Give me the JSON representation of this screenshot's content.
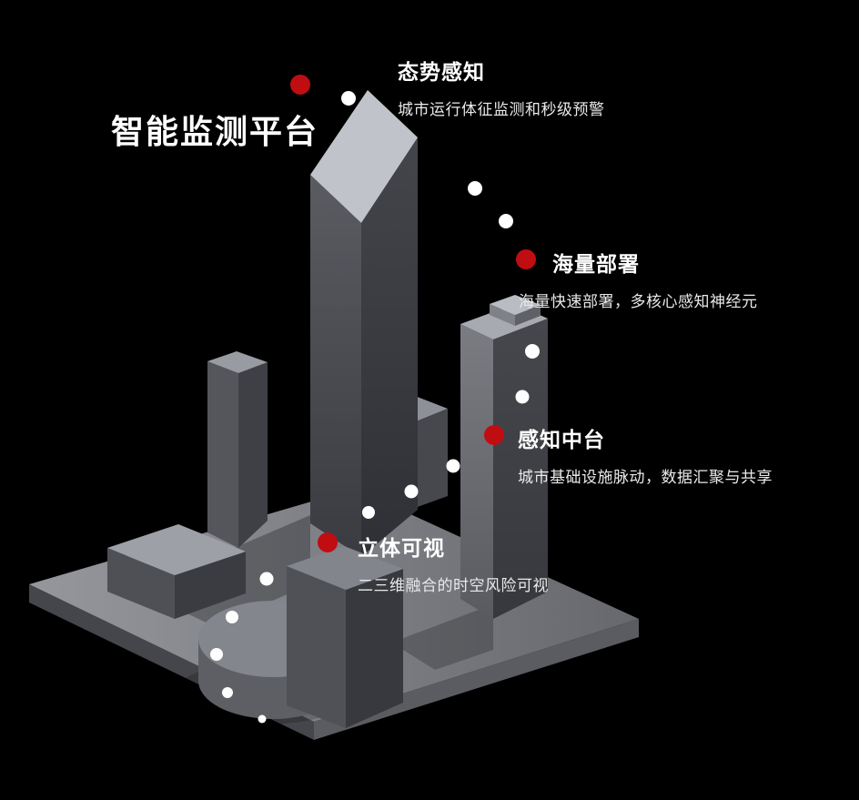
{
  "title": "智能监测平台",
  "annotations": [
    {
      "heading": "态势感知",
      "subtitle": "城市运行体征监测和秒级预警"
    },
    {
      "heading": "海量部署",
      "subtitle": "海量快速部署，多核心感知神经元"
    },
    {
      "heading": "感知中台",
      "subtitle": "城市基础设施脉动，数据汇聚与共享"
    },
    {
      "heading": "立体可视",
      "subtitle": "二三维融合的时空风险可视"
    }
  ],
  "colors": {
    "background": "#000000",
    "marker_red": "#c00d12",
    "trail_dot_white": "#ffffff",
    "text_primary": "#ffffff",
    "text_secondary": "#e9e9e9",
    "building_light": "#c0c4ca",
    "building_mid": "#75777d",
    "building_dark": "#38393e"
  }
}
